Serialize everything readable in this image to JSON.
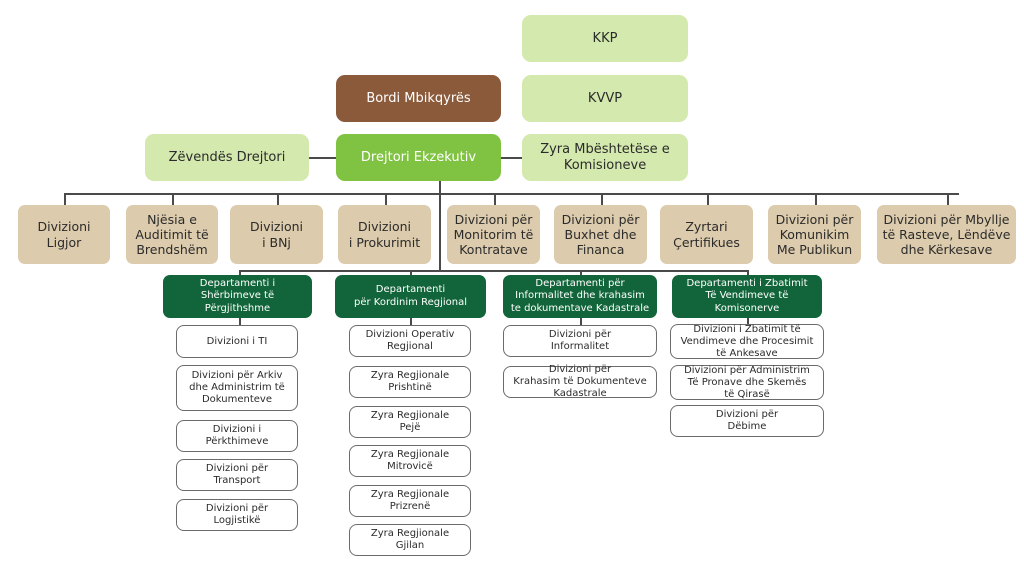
{
  "top": {
    "kkp": "KKP",
    "kvvp": "KVVP",
    "bordi": "Bordi Mbikqyrës",
    "zevendes": "Zëvendës Drejtori",
    "drejtori": "Drejtori Ekzekutiv",
    "zyra": "Zyra Mbështetëse e\nKomisioneve"
  },
  "divisions": [
    "Divizioni\nLigjor",
    "Njësia e\nAuditimit të\nBrendshëm",
    "Divizioni\ni BNj",
    "Divizioni\ni Prokurimit",
    "Divizioni për\nMonitorim të\nKontratave",
    "Divizioni për\nBuxhet dhe\nFinanca",
    "Zyrtari\nÇertifikues",
    "Divizioni për\nKomunikim\nMe Publikun",
    "Divizioni për Mbyllje\ntë Rasteve, Lëndëve\ndhe Kërkesave"
  ],
  "departments": [
    {
      "name": "Departamenti i\nShërbimeve të\nPërgjithshme",
      "units": [
        "Divizioni i TI",
        "Divizioni për Arkiv\ndhe Administrim të\nDokumenteve",
        "Divizioni i\nPërkthimeve",
        "Divizioni për\nTransport",
        "Divizioni për\nLogjistikë"
      ]
    },
    {
      "name": "Departamenti\npër Kordinim Regjional",
      "units": [
        "Divizioni Operativ\nRegjional",
        "Zyra Regjionale\nPrishtinë",
        "Zyra Regjionale\nPejë",
        "Zyra Regjionale\nMitrovicë",
        "Zyra Regjionale\nPrizrenë",
        "Zyra Regjionale\nGjilan"
      ]
    },
    {
      "name": "Departamenti për\nInformalitet dhe krahasim\nte dokumentave Kadastrale",
      "units": [
        "Divizioni për\nInformalitet",
        "Divizioni për\nKrahasim të Dokumenteve\nKadastrale"
      ]
    },
    {
      "name": "Departamenti i Zbatimit\nTë Vendimeve të\nKomisonerve",
      "units": [
        "Divizioni i Zbatimit të\nVendimeve dhe Procesimit\ntë Ankesave",
        "Divizioni për Administrim\nTë Pronave dhe Skemës\ntë Qirasë",
        "Divizioni për\nDëbime"
      ]
    }
  ]
}
